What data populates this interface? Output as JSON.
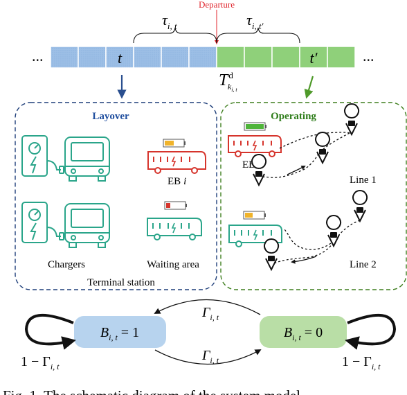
{
  "timeline": {
    "departure_label": "Departure",
    "left_ellipsis": "...",
    "right_ellipsis": "...",
    "t_label": "t",
    "t_prime_label": "t′",
    "tau_left": "τ",
    "tau_left_sub": "i, t",
    "tau_right": "τ",
    "tau_right_sub": "i, t′",
    "t_dep_main": "T",
    "t_dep_sup": "d",
    "t_dep_sub": "k",
    "t_dep_subsub": "i, t"
  },
  "layover": {
    "title": "Layover",
    "chargers_label": "Chargers",
    "waiting_label": "Waiting area",
    "terminal_label": "Terminal station",
    "eb_label": "EB",
    "eb_index": "i"
  },
  "operating": {
    "title": "Operating",
    "eb_label": "EB",
    "eb_index": "i",
    "line1_label": "Line 1",
    "line2_label": "Line 2"
  },
  "states": {
    "left_state_text": "B",
    "left_state_sub": "i, t",
    "left_state_value": " = 1",
    "right_state_text": "B",
    "right_state_sub": "i, t",
    "right_state_value": " = 0",
    "gamma_top": "Γ",
    "gamma_top_sub": "i, t",
    "gamma_bottom": "Γ",
    "gamma_bottom_sub": "i, t",
    "self_left_prefix": "1 − Γ",
    "self_left_sub": "i, t",
    "self_right_prefix": "1 − Γ",
    "self_right_sub": "i, t"
  },
  "caption": {
    "text": "Fig. 1.  The schematic diagram of the system model."
  },
  "colors": {
    "blue_block": "#9dbfe6",
    "green_block": "#8fd07a",
    "layover_border": "#1f3f7a",
    "operating_border": "#3f7f1f",
    "layover_title": "#1f4e9e",
    "operating_title": "#2e7d1a",
    "departure_red": "#e0242c",
    "teal": "#2aa58a",
    "red_bus": "#d6342c",
    "state_blue": "#b7d3ee",
    "state_green": "#b9dea6"
  }
}
